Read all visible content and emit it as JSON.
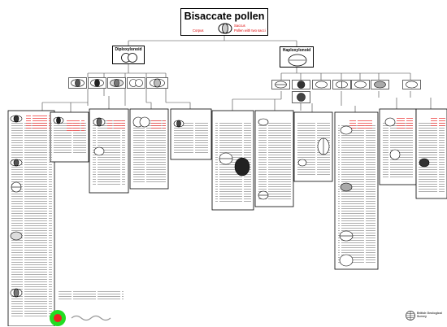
{
  "title": "Bisaccate pollen",
  "title_labels": {
    "corpus": "Corpus",
    "saccus": "Saccus",
    "pollen_two_sacci": "Pollen with two sacci"
  },
  "branches": {
    "left": {
      "label": "Diploxylonoid"
    },
    "right": {
      "label": "Haploxylonoid"
    }
  },
  "logo": {
    "name": "British Geological Survey"
  },
  "colors": {
    "accent_red": "#d00000",
    "green_disc": "#22dd22",
    "red_disc": "#ee2222"
  }
}
